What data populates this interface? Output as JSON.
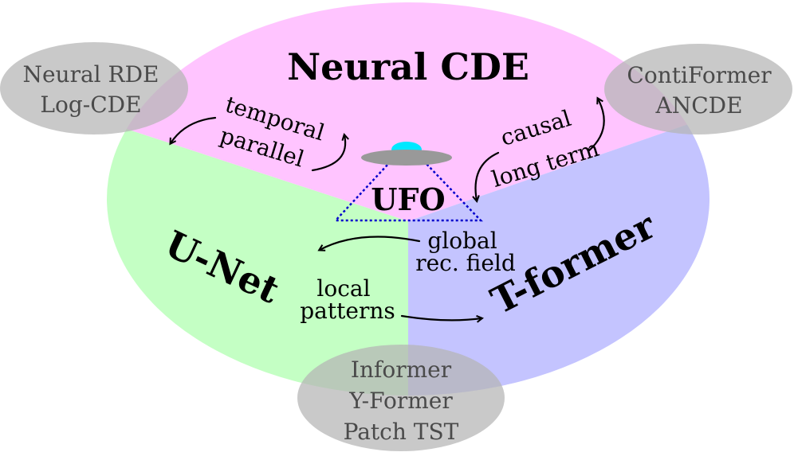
{
  "regions": {
    "top": {
      "label": "Neural CDE",
      "color": "#ffc4ff"
    },
    "left": {
      "label": "U-Net",
      "color": "#c4ffc4"
    },
    "right": {
      "label": "T-former",
      "color": "#c4c4ff"
    }
  },
  "center": {
    "label": "UFO"
  },
  "corners": {
    "top_left": {
      "line1": "Neural RDE",
      "line2": "Log-CDE"
    },
    "top_right": {
      "line1": "ContiFormer",
      "line2": "ANCDE"
    },
    "bottom": {
      "line1": "Informer",
      "line2": "Y-Former",
      "line3": "Patch TST"
    }
  },
  "annotations": {
    "top_left": {
      "line1": "temporal",
      "line2": "parallel"
    },
    "top_right": {
      "line1": "causal",
      "line2": "long term"
    },
    "middle_right": {
      "line1": "global",
      "line2": "rec. field"
    },
    "middle_left": {
      "line1": "local",
      "line2": "patterns"
    }
  },
  "colors": {
    "ellipse_gray": "#b4b4b4",
    "ufo_dome": "#00e8ff",
    "ufo_disk": "#999999",
    "ufo_beam": "#0000cc"
  }
}
